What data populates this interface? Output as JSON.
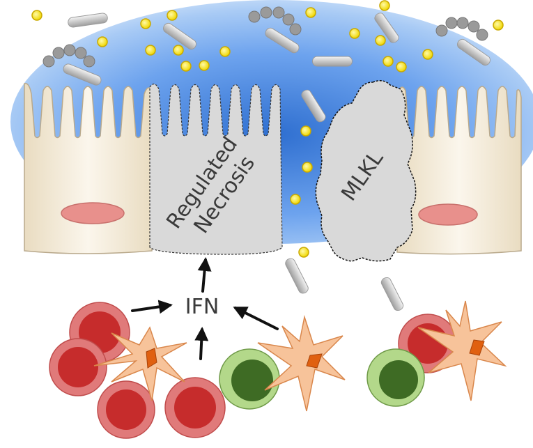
{
  "labels": {
    "regulated_line1": "Regulated",
    "regulated_line2": "Necrosis",
    "mlkl": "MLKL",
    "ifn": "IFN"
  },
  "colors": {
    "lumen_outer": "#c7dcf6",
    "lumen_mid": "#7fb0ef",
    "lumen_core": "#2f6fd0",
    "cell_fill": "#f3ead9",
    "cell_stroke": "#b9a98c",
    "nucleus": "#e8908c",
    "dead_cell": "#d9d9d9",
    "bead": "#f2e01a",
    "bead_stroke": "#c9a800",
    "rod": "#cccccc",
    "rbc_outer": "#e07a7a",
    "rbc_inner": "#c62c2c",
    "lymph_outer": "#b3d88a",
    "lymph_inner": "#3e6b24",
    "dendritic": "#f7c39a",
    "dendritic_nucleus": "#e06010",
    "arrow": "#111111",
    "text": "#3a3a3a"
  },
  "icons": [
    "bacteria-rod-icon",
    "bead-particle-icon",
    "coccus-chain-icon",
    "arrow-icon"
  ]
}
